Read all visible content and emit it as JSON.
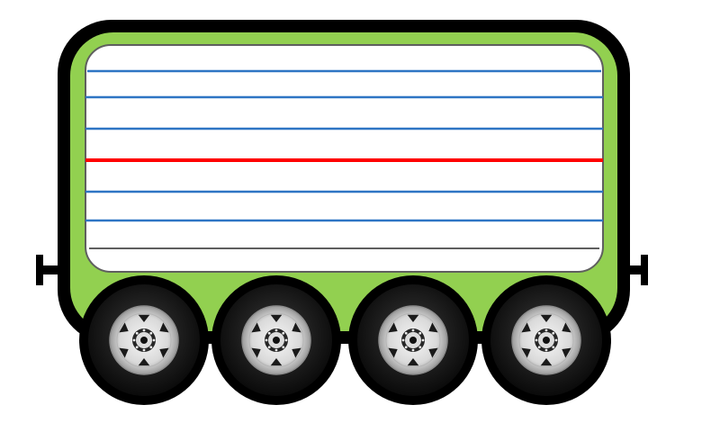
{
  "train_car": {
    "colors": {
      "outline": "#000000",
      "body": "#92d050",
      "panel": "#ffffff",
      "panel_border": "#5f5f5f",
      "line_blue": "#2e75c4",
      "line_red": "#ff0000",
      "line_gray": "#5f5f5f",
      "tire": "#111111",
      "hub": "#d9d9d9"
    },
    "ruled_lines": [
      "blue",
      "blue",
      "blue",
      "red",
      "blue",
      "blue",
      "gray"
    ],
    "wheel_count": 4,
    "couplers": [
      "left",
      "right"
    ]
  }
}
